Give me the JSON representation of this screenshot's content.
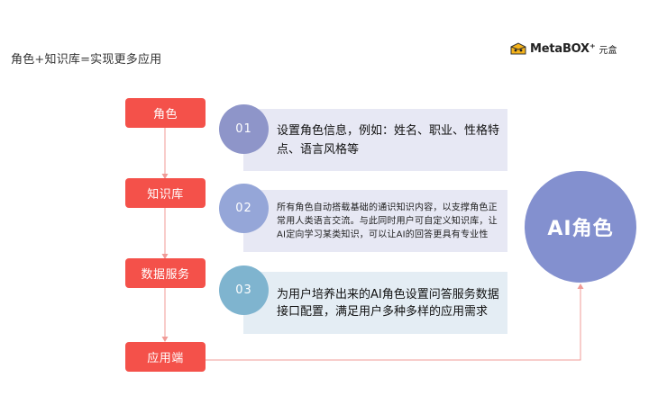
{
  "title": "角色+知识库=实现更多应用",
  "brand": {
    "name": "MetaBOX⁺",
    "sub": "元盒"
  },
  "steps": [
    {
      "label": "角色"
    },
    {
      "label": "知识库"
    },
    {
      "label": "数据服务"
    },
    {
      "label": "应用端"
    }
  ],
  "items": [
    {
      "number": "01",
      "text": "设置角色信息，例如：姓名、职业、性格特点、语言风格等"
    },
    {
      "number": "02",
      "text": "所有角色自动搭载基础的通识知识内容，以支撑角色正常用人类语言交流。与此同时用户可自定义知识库，让AI定向学习某类知识，可以让AI的回答更具有专业性"
    },
    {
      "number": "03",
      "text": "为用户培养出来的AI角色设置问答服务数据接口配置，满足用户多种多样的应用需求"
    }
  ],
  "result": {
    "label": "AI角色"
  },
  "colors": {
    "accent_red": "#f4514a",
    "circle_01": "#8e95c9",
    "circle_02": "#95a6d8",
    "circle_03": "#7fb4cf",
    "ai_circle": "#8390cf",
    "connector": "#f09b97"
  }
}
